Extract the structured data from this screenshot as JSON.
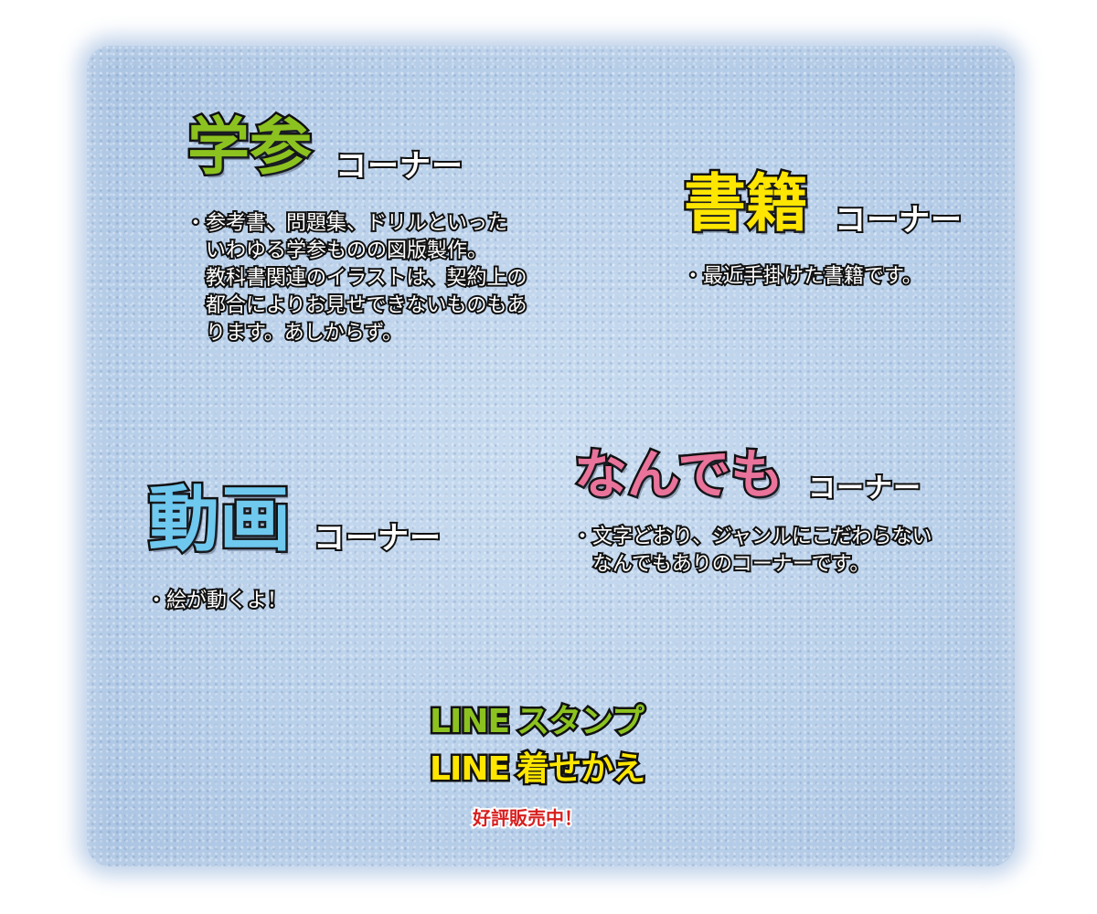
{
  "colors": {
    "panel": "#b9d0ea",
    "gakusan": "#8cc21f",
    "shoseki": "#ffe600",
    "douga": "#6fc8ee",
    "nandemo": "#e9739a",
    "line_stamp": "#8cc21f",
    "line_kisekae": "#ffe600",
    "sale": "#d81f1f"
  },
  "sections": {
    "gakusan": {
      "title": "学参",
      "corner": "コーナー",
      "lines": [
        "・参考書、問題集、ドリルといった",
        "いわゆる学参ものの図版製作。",
        "教科書関連のイラストは、契約上の",
        "都合によりお見せできないものもあ",
        "ります。あしからず。"
      ]
    },
    "shoseki": {
      "title": "書籍",
      "corner": "コーナー",
      "lines": [
        "・最近手掛けた書籍です。"
      ]
    },
    "douga": {
      "title": "動画",
      "corner": "コーナー",
      "lines": [
        "・絵が動くよ！"
      ]
    },
    "nandemo": {
      "title": "なんでも",
      "corner": "コーナー",
      "lines": [
        "・文字どおり、ジャンルにこだわらない",
        "なんでもありのコーナーです。"
      ]
    }
  },
  "line": {
    "stamp_prefix": "LINE",
    "stamp": "スタンプ",
    "kisekae_prefix": "LINE",
    "kisekae": "着せかえ",
    "sale": "好評販売中！"
  }
}
